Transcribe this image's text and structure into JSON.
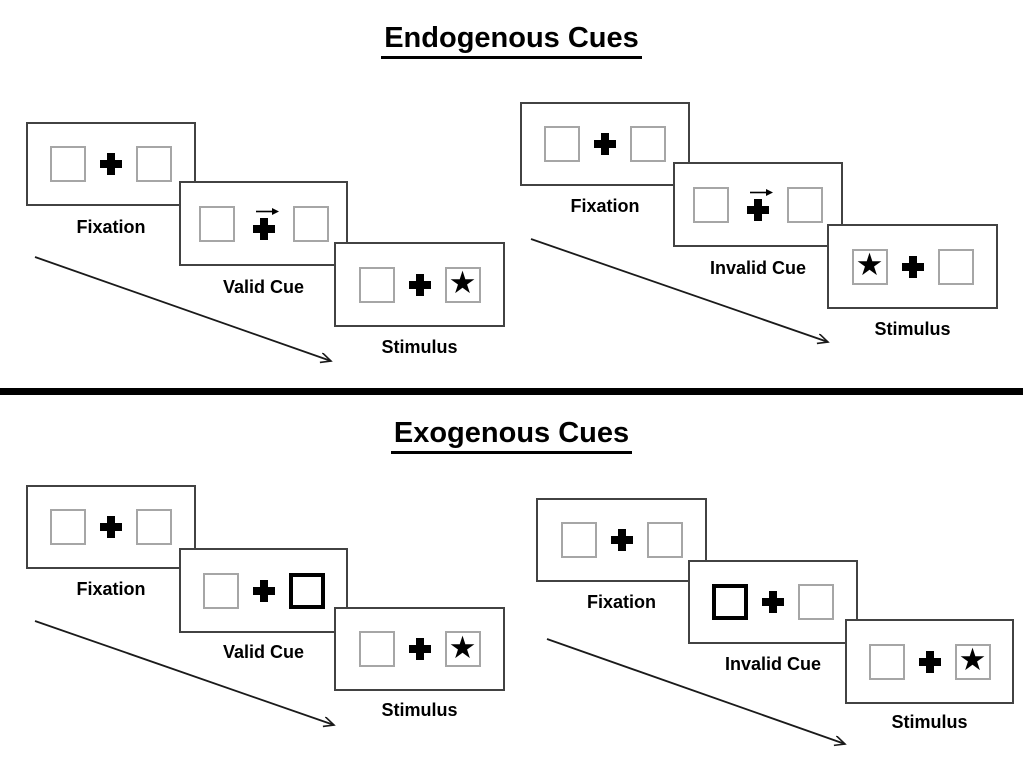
{
  "colors": {
    "background": "#ffffff",
    "ink": "#000000",
    "panel_border": "#424242",
    "box_border": "#a6a6a6",
    "cue_box_border": "#000000"
  },
  "glyphs": {
    "star": "★"
  },
  "sections": [
    {
      "title": "Endogenous Cues",
      "trials": [
        {
          "name": "valid",
          "cue_symbol": "central-right-arrow",
          "target_side": "right",
          "steps": [
            {
              "label": "Fixation"
            },
            {
              "label": "Valid Cue"
            },
            {
              "label": "Stimulus"
            }
          ]
        },
        {
          "name": "invalid",
          "cue_symbol": "central-right-arrow",
          "target_side": "left",
          "steps": [
            {
              "label": "Fixation"
            },
            {
              "label": "Invalid Cue"
            },
            {
              "label": "Stimulus"
            }
          ]
        }
      ]
    },
    {
      "title": "Exogenous Cues",
      "trials": [
        {
          "name": "valid",
          "cue_symbol": "highlighted-right-box",
          "target_side": "right",
          "steps": [
            {
              "label": "Fixation"
            },
            {
              "label": "Valid Cue"
            },
            {
              "label": "Stimulus"
            }
          ]
        },
        {
          "name": "invalid",
          "cue_symbol": "highlighted-left-box",
          "target_side": "right",
          "steps": [
            {
              "label": "Fixation"
            },
            {
              "label": "Invalid Cue"
            },
            {
              "label": "Stimulus"
            }
          ]
        }
      ]
    }
  ]
}
